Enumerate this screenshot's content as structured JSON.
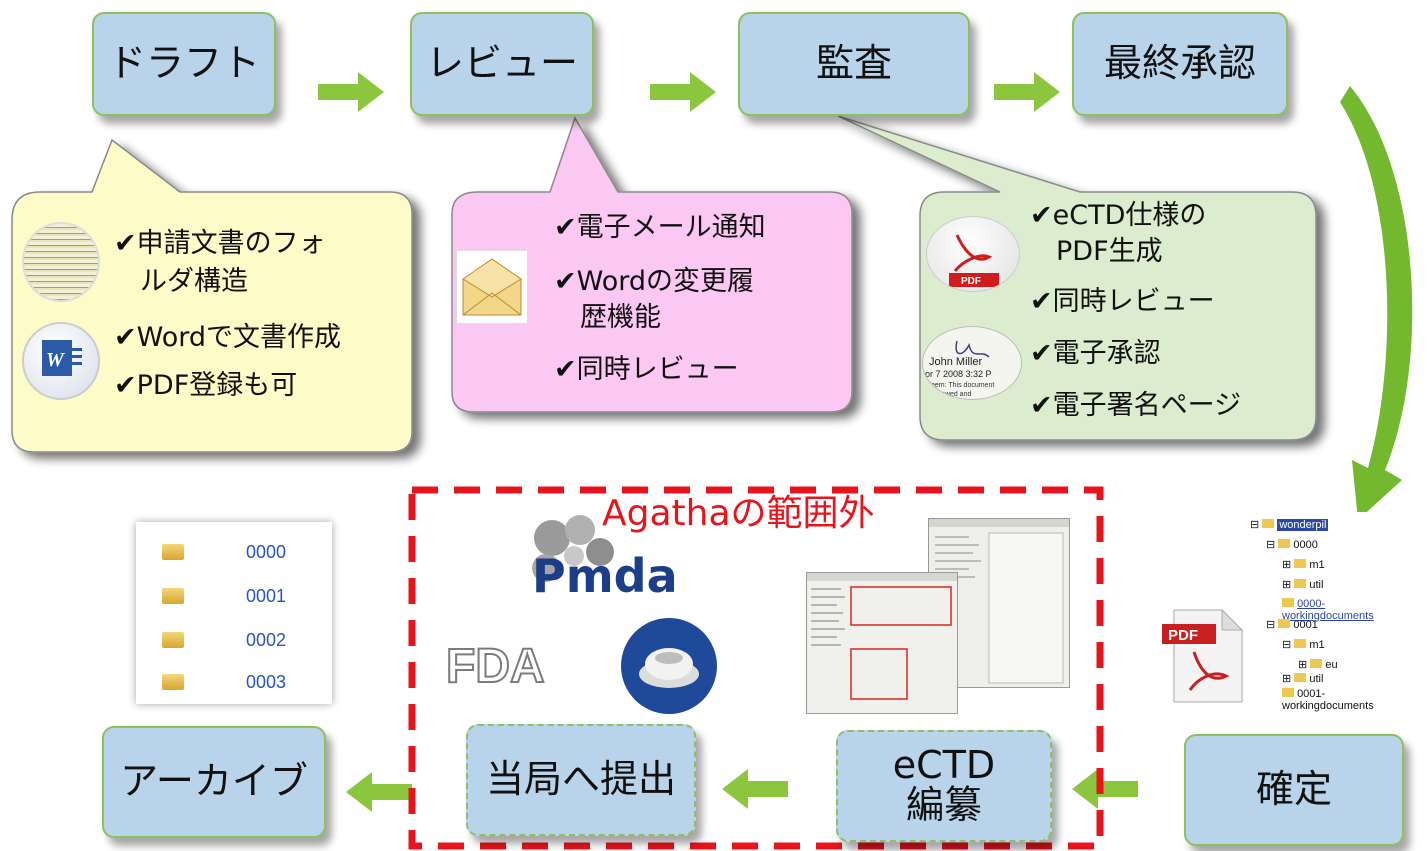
{
  "process_boxes": {
    "draft": "ドラフト",
    "review": "レビュー",
    "audit": "監査",
    "final_approval": "最終承認",
    "finalize": "確定",
    "ectd_edit": "eCTD\n編纂",
    "submit": "当局へ提出",
    "archive": "アーカイブ"
  },
  "callouts": {
    "draft": {
      "items": [
        "✔申請文書のフォ",
        "ルダ構造",
        "✔Wordで文書作成",
        "✔PDF登録も可"
      ]
    },
    "review": {
      "items": [
        "✔電子メール通知",
        "✔Wordの変更履",
        "歴機能",
        "✔同時レビュー"
      ]
    },
    "audit": {
      "items": [
        "✔eCTD仕様の",
        "PDF生成",
        "✔同時レビュー",
        "✔電子承認",
        "✔電子署名ページ"
      ]
    }
  },
  "signature": {
    "name": "John Miller",
    "date": "or 7 2008 3:32 P",
    "line3": "eem: This document",
    "line4": "ewed and"
  },
  "out_of_scope_label": "Agathaの範囲外",
  "logos": {
    "pmda": "Pmda",
    "fda": "FDA"
  },
  "archive_folders": [
    "0000",
    "0001",
    "0002",
    "0003"
  ],
  "file_tree": {
    "root": "wonderpil",
    "items": [
      "0000",
      "m1",
      "util",
      "0000-workingdocuments",
      "0001",
      "m1",
      "eu",
      "util",
      "0001-workingdocuments"
    ]
  },
  "pdf_label": "PDF",
  "colors": {
    "box_fill": "#b9d3ea",
    "box_border": "#8cc160",
    "arrow": "#8cc63f",
    "draft_callout": "#fdfbc8",
    "review_callout": "#fbc8f4",
    "audit_callout": "#dceccf",
    "scope_dash": "#e8141c"
  }
}
